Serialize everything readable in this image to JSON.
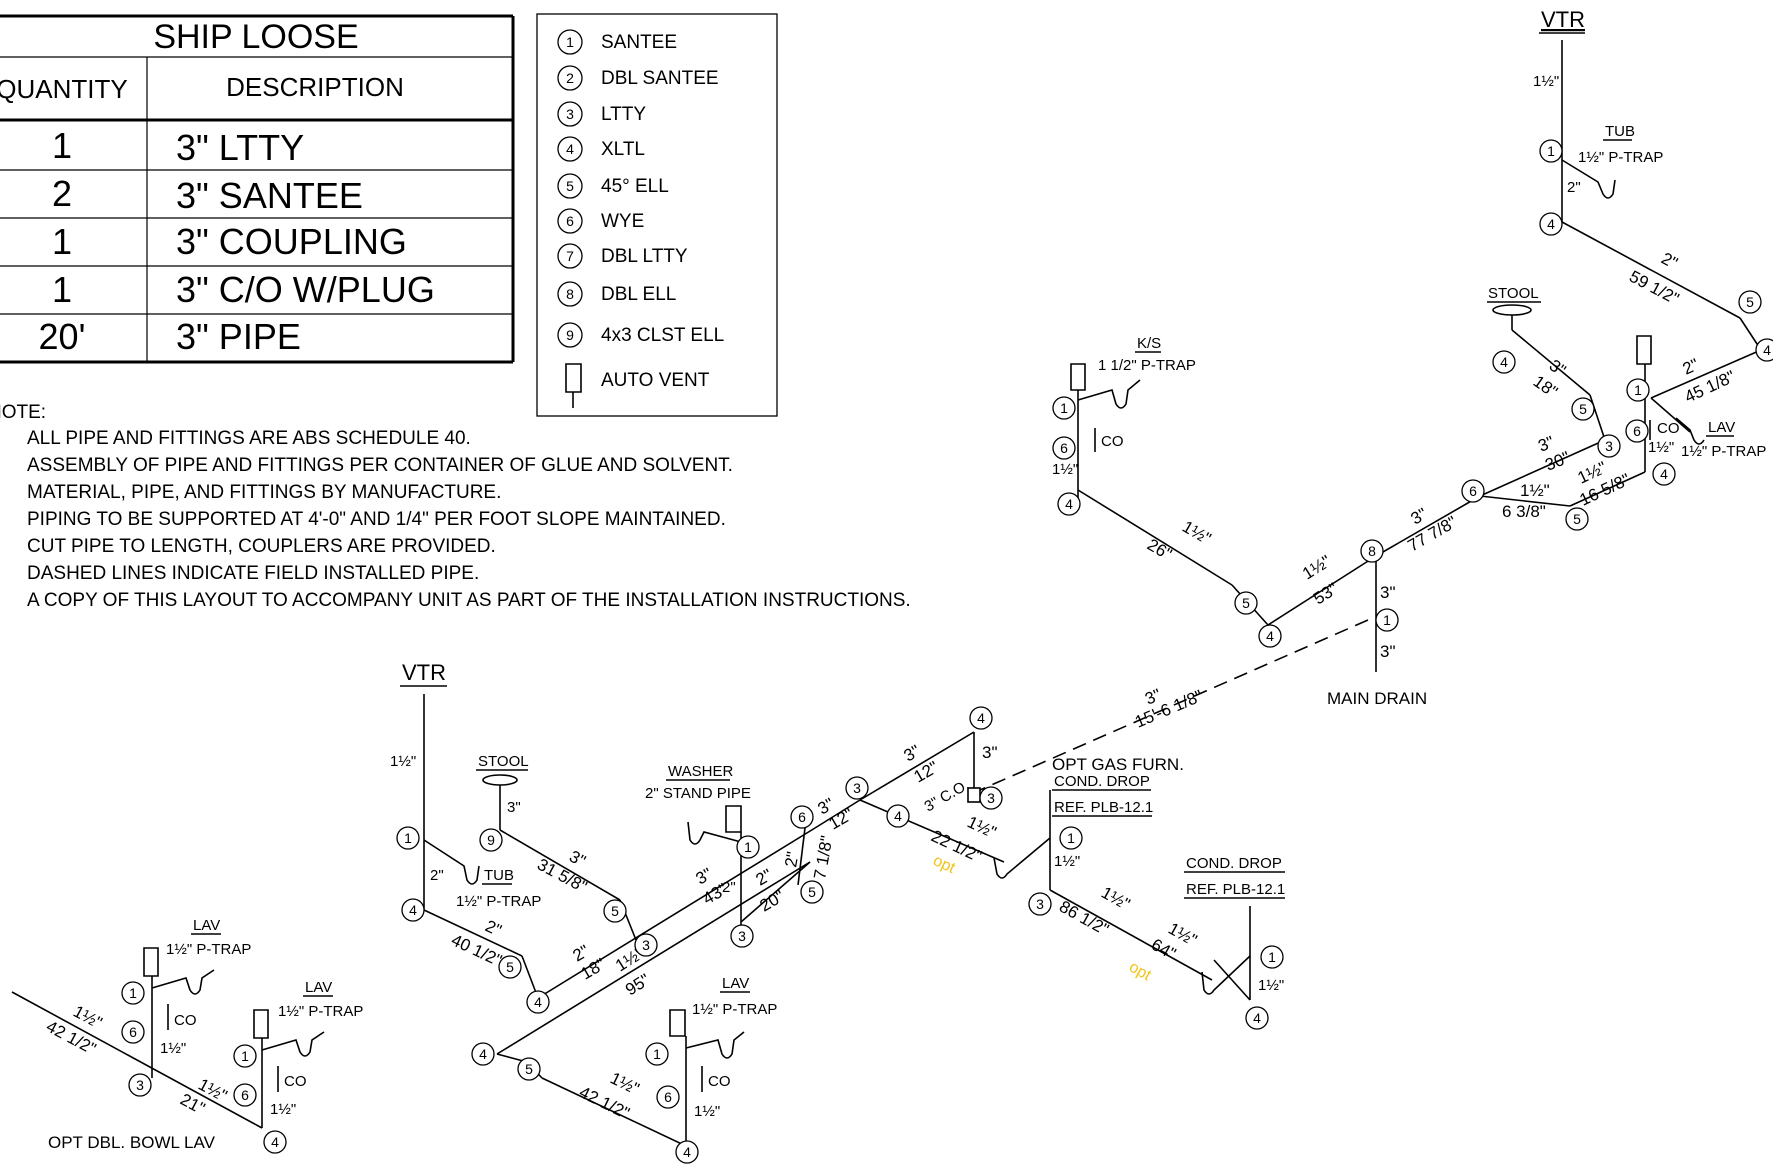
{
  "ship_loose": {
    "title": "SHIP LOOSE",
    "headers": [
      "QUANTITY",
      "DESCRIPTION"
    ],
    "rows": [
      {
        "qty": "1",
        "desc": "3\" LTTY"
      },
      {
        "qty": "2",
        "desc": "3\" SANTEE"
      },
      {
        "qty": "1",
        "desc": "3\" COUPLING"
      },
      {
        "qty": "1",
        "desc": "3\" C/O W/PLUG"
      },
      {
        "qty": "20'",
        "desc": "3\" PIPE"
      }
    ]
  },
  "legend": [
    {
      "num": "1",
      "label": "SANTEE"
    },
    {
      "num": "2",
      "label": "DBL SANTEE"
    },
    {
      "num": "3",
      "label": "LTTY"
    },
    {
      "num": "4",
      "label": "XLTL"
    },
    {
      "num": "5",
      "label": "45° ELL"
    },
    {
      "num": "6",
      "label": "WYE"
    },
    {
      "num": "7",
      "label": "DBL LTTY"
    },
    {
      "num": "8",
      "label": "DBL ELL"
    },
    {
      "num": "9",
      "label": "4x3 CLST ELL"
    },
    {
      "num": "",
      "label": "AUTO VENT"
    }
  ],
  "notes": {
    "heading": "NOTE:",
    "items": [
      "ALL PIPE AND FITTINGS ARE ABS SCHEDULE 40.",
      "ASSEMBLY OF PIPE AND FITTINGS PER CONTAINER OF GLUE AND SOLVENT.",
      "MATERIAL, PIPE, AND FITTINGS BY MANUFACTURE.",
      "PIPING TO BE SUPPORTED AT 4'-0\" AND 1/4\" PER FOOT SLOPE MAINTAINED.",
      "CUT PIPE TO LENGTH, COUPLERS ARE PROVIDED.",
      "DASHED LINES INDICATE FIELD INSTALLED PIPE.",
      "A COPY OF THIS LAYOUT TO ACCOMPANY UNIT AS PART OF THE INSTALLATION INSTRUCTIONS."
    ]
  },
  "labels": {
    "vtr": "VTR",
    "tub": "TUB",
    "ptrap_15": "1½\" P-TRAP",
    "ptrap_1_12": "1 1/2\" P-TRAP",
    "stool": "STOOL",
    "lav": "LAV",
    "ks": "K/S",
    "co": "CO",
    "washer": "WASHER",
    "standpipe": "2\" STAND PIPE",
    "main_drain": "MAIN DRAIN",
    "opt_gas_furn": "OPT GAS FURN.",
    "cond_drop": "COND. DROP",
    "ref_plb": "REF. PLB-12.1",
    "opt_dbl_bowl": "OPT DBL. BOWL LAV",
    "three_co": "3\" C.O.",
    "opt": "opt"
  },
  "dims": {
    "d_1_5": "1½\"",
    "d_2": "2\"",
    "d_3": "3\"",
    "d_59_1_2": "59 1/2\"",
    "d_45_1_8": "45 1/8\"",
    "d_18": "18\"",
    "d_30": "30\"",
    "d_16_5_8": "16 5/8\"",
    "d_6_3_8": "6 3/8\"",
    "d_77_7_8": "77 7/8\"",
    "d_53": "53\"",
    "d_26": "26\"",
    "d_15_6_1_8": "15'-6 1/8\"",
    "d_12": "12\"",
    "d_22_1_2": "22 1/2\"",
    "d_86_1_2": "86 1/2\"",
    "d_64": "64\"",
    "d_7_1_8": "7 1/8\"",
    "d_43": "43\"",
    "d_20": "20\"",
    "d_31_5_8": "31 5/8\"",
    "d_40_1_2": "40 1/2\"",
    "d_95": "95\"",
    "d_42_1_2": "42 1/2\"",
    "d_21": "21\""
  }
}
